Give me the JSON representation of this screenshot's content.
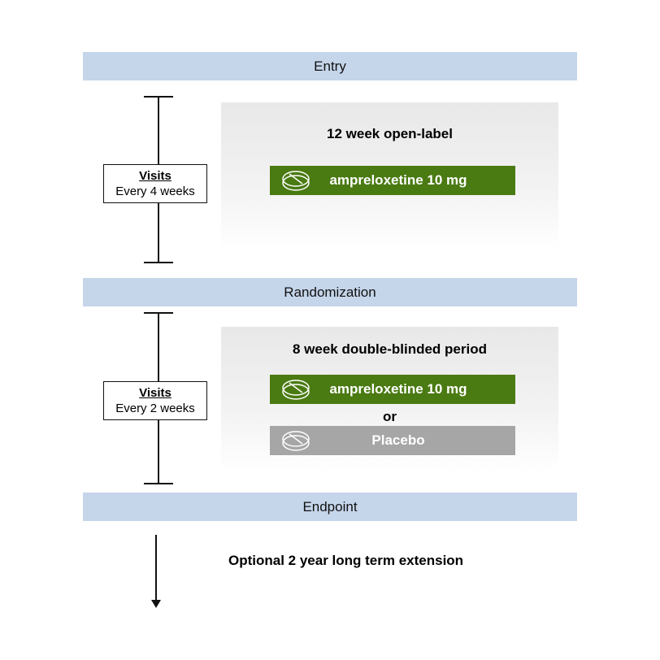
{
  "stages": {
    "entry": "Entry",
    "randomization": "Randomization",
    "endpoint": "Endpoint"
  },
  "phase1": {
    "visits_title": "Visits",
    "visits_freq": "Every 4 weeks",
    "title": "12 week open-label",
    "drug": "ampreloxetine 10 mg"
  },
  "phase2": {
    "visits_title": "Visits",
    "visits_freq": "Every 2 weeks",
    "title": "8 week double-blinded period",
    "drug": "ampreloxetine 10 mg",
    "or": "or",
    "placebo": "Placebo"
  },
  "extension": "Optional 2 year long term extension",
  "colors": {
    "band": "#c5d5ea",
    "drug": "#4a7a12",
    "placebo": "#a6a6a6"
  }
}
